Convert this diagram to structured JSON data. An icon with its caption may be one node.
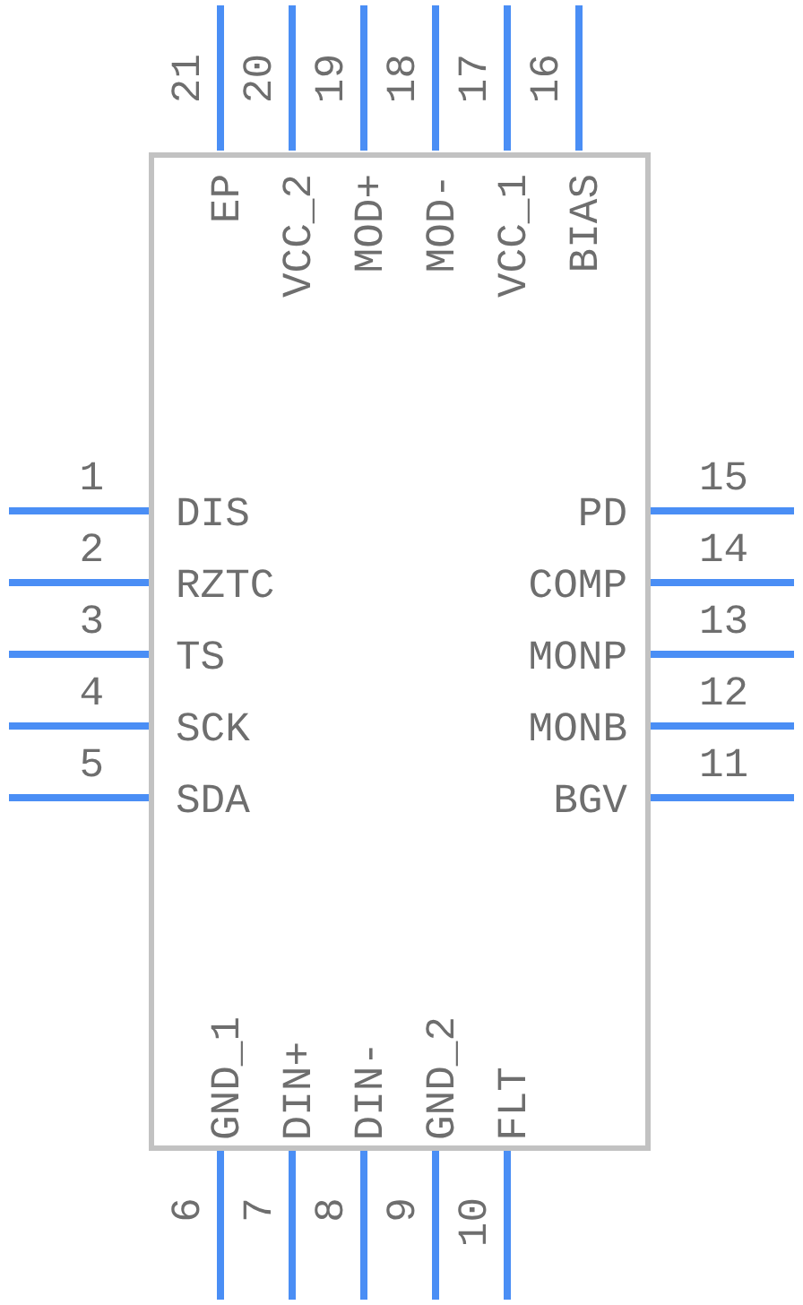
{
  "diagram": {
    "nodes": [
      {
        "text": [
          "EP",
          "VCC_2",
          "MOD+",
          "MOD-",
          "VCC_1",
          "BIAS",
          "DIS",
          "PD",
          "RZTC",
          "COMP",
          "TS",
          "MONP",
          "SCK",
          "MONB",
          "SDA",
          "BGV",
          "GND_1",
          "DIN+",
          "DIN-",
          "GND_2",
          "FLT"
        ]
      }
    ],
    "labels": [
      "21",
      "20",
      "19",
      "18",
      "17",
      "16",
      "1",
      "15",
      "2",
      "14",
      "3",
      "13",
      "4",
      "12",
      "5",
      "11",
      "6",
      "7",
      "8",
      "9",
      "10"
    ]
  }
}
